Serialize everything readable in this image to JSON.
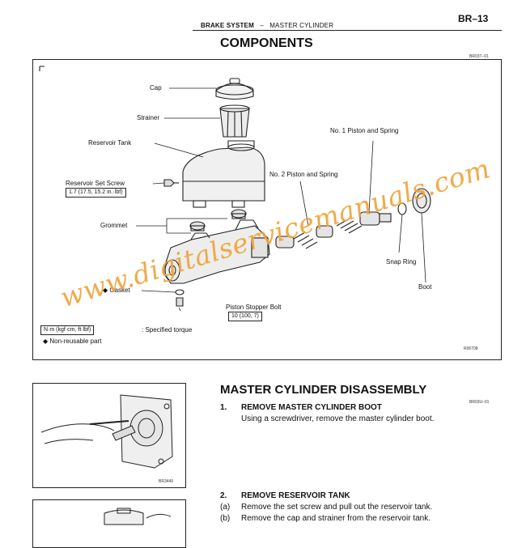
{
  "header": {
    "section": "BRAKE SYSTEM",
    "dash": "–",
    "subsection": "MASTER CYLINDER",
    "page_number": "BR–13"
  },
  "components": {
    "title": "COMPONENTS",
    "ref_code": "BR03T–01",
    "figure_code": "R06708",
    "labels": {
      "cap": "Cap",
      "strainer": "Strainer",
      "reservoir_tank": "Reservoir Tank",
      "reservoir_set_screw": "Reservoir Set Screw",
      "set_screw_torque": "1.7 (17.5, 15.2 in.·lbf)",
      "grommet": "Grommet",
      "gasket": "◆ Gasket",
      "piston_stopper_bolt": "Piston Stopper Bolt",
      "stopper_bolt_torque": "10 (100, 7)",
      "no1_piston": "No. 1 Piston and Spring",
      "no2_piston": "No. 2 Piston and Spring",
      "snap_ring": "Snap Ring",
      "boot": "Boot"
    },
    "legend": {
      "torque_units": "N·m (kgf·cm, ft·lbf)",
      "torque_desc": ": Specified torque",
      "non_reusable": "◆  Non-reusable part"
    }
  },
  "disassembly": {
    "title": "MASTER CYLINDER DISASSEMBLY",
    "ref_code": "BR03U–01",
    "figure1_code": "BR3449",
    "steps": [
      {
        "number": "1.",
        "heading": "REMOVE MASTER CYLINDER BOOT",
        "text": "Using a screwdriver, remove the master cylinder boot."
      },
      {
        "number": "2.",
        "heading": "REMOVE RESERVOIR TANK",
        "substeps": [
          {
            "label": "(a)",
            "text": "Remove the set screw and pull out the reservoir tank."
          },
          {
            "label": "(b)",
            "text": "Remove the cap and strainer from the reservoir tank."
          }
        ]
      }
    ]
  },
  "watermark": {
    "text": "www.digitalservicemanuals.com"
  }
}
